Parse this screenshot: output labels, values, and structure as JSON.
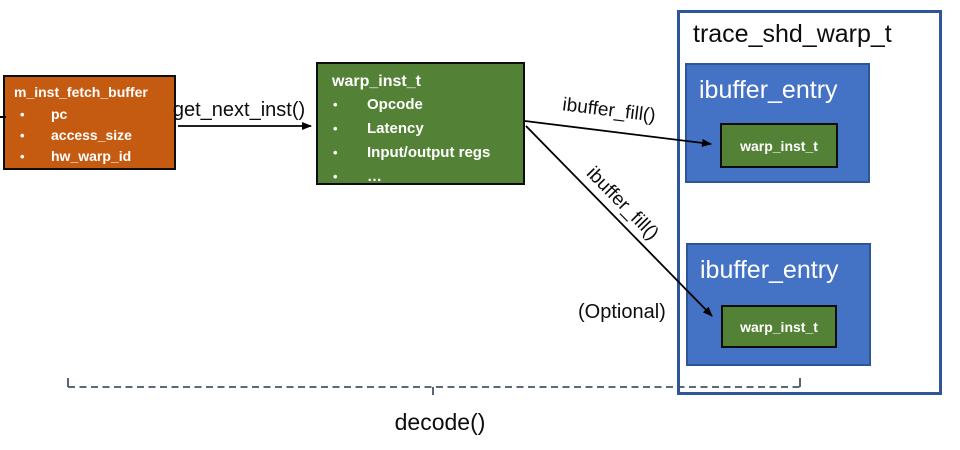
{
  "diagram": {
    "fetch_buffer": {
      "title": "m_inst_fetch_buffer",
      "fields": [
        "pc",
        "access_size",
        "hw_warp_id"
      ]
    },
    "warp_inst": {
      "title": "warp_inst_t",
      "fields": [
        "Opcode",
        "Latency",
        "Input/output regs",
        "…"
      ]
    },
    "trace_container": {
      "title": "trace_shd_warp_t"
    },
    "ibuffer_entries": [
      {
        "title": "ibuffer_entry",
        "inner_title": "warp_inst_t"
      },
      {
        "title": "ibuffer_entry",
        "inner_title": "warp_inst_t"
      }
    ],
    "edge_labels": {
      "get_next_inst": "get_next_inst()",
      "ibuffer_fill_top": "ibuffer_fill()",
      "ibuffer_fill_bottom": "ibuffer_fill()",
      "optional_note": "(Optional)",
      "decode": "decode()"
    },
    "bullet_glyph": "•",
    "colors": {
      "fetch_buffer_fill": "#C55A11",
      "warp_inst_fill": "#538135",
      "ibuffer_entry_fill": "#4472C4",
      "container_border": "#2E5597",
      "dashed_line": "#44546A",
      "arrow": "#000000"
    }
  }
}
